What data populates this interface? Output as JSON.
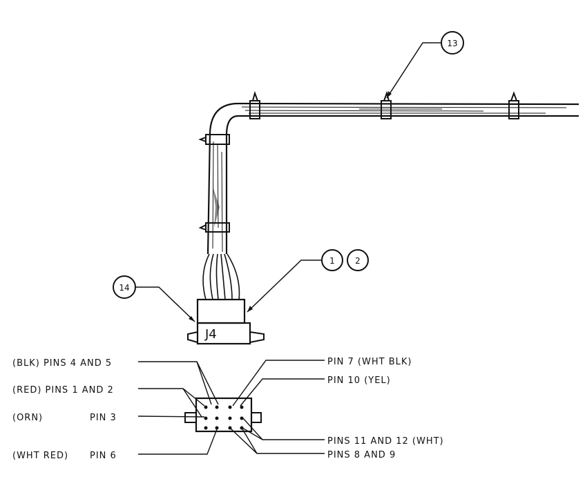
{
  "callouts": {
    "c13": "13",
    "c1": "1",
    "c2": "2",
    "c14": "14"
  },
  "connector": {
    "label": "J4"
  },
  "pin_labels": {
    "blk": "(BLK) PINS 4 AND 5",
    "red": "(RED) PINS 1 AND 2",
    "orn_color": "(ORN)",
    "orn_pin": "PIN 3",
    "whtred_color": "(WHT RED)",
    "whtred_pin": "PIN 6",
    "pin7": "PIN 7 (WHT BLK)",
    "pin10": "PIN 10 (YEL)",
    "pins11_12": "PINS 11 AND 12 (WHT)",
    "pins8_9": "PINS 8 AND 9"
  }
}
